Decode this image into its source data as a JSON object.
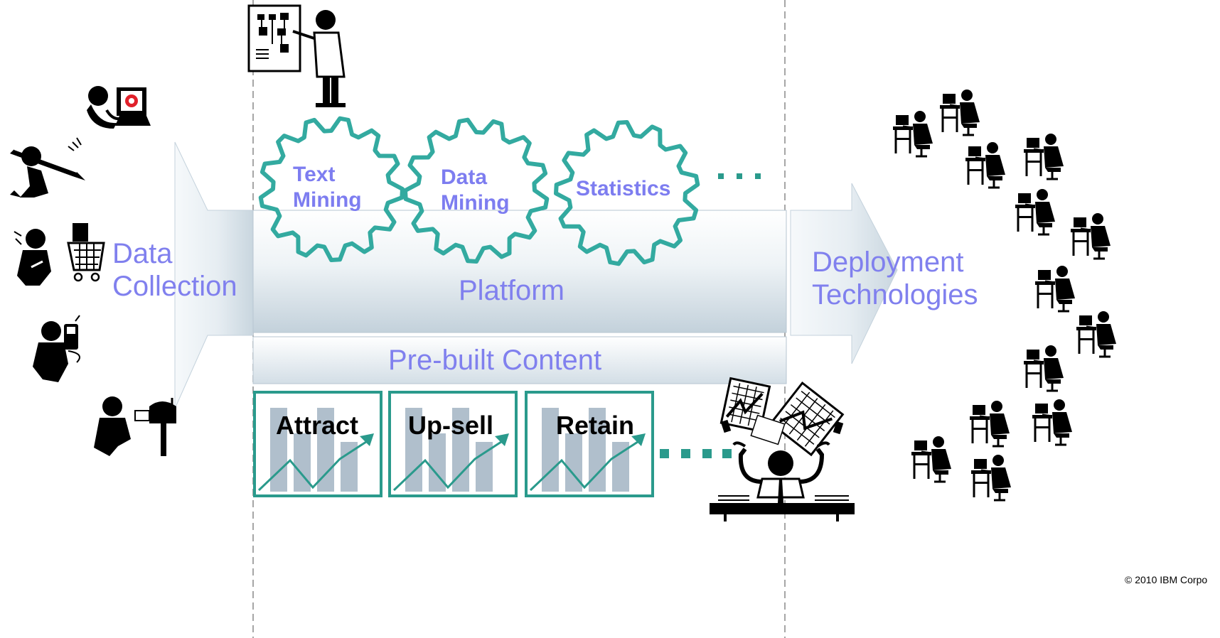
{
  "stages": {
    "data_collection": [
      "Data",
      "Collection"
    ],
    "platform": "Platform",
    "pre_built_content": "Pre-built Content",
    "deployment": [
      "Deployment",
      "Technologies"
    ]
  },
  "gears": [
    [
      "Text",
      "Mining"
    ],
    [
      "Data",
      "Mining"
    ],
    [
      "Statistics"
    ]
  ],
  "gears_more": "...",
  "content_boxes": [
    "Attract",
    "Up-sell",
    "Retain"
  ],
  "content_more": "...",
  "copyright": "© 2010 IBM Corpo",
  "colors": {
    "label": "#8080ee",
    "gear": "#33aaa0",
    "box_border": "#2a9a8c",
    "bars": "#b0bfcc",
    "arrow_fill": "#dde6ec",
    "dashed": "#888888"
  },
  "icons": [
    "person-at-computer-icon",
    "person-with-pencil-icon",
    "shopper-with-cart-icon",
    "person-with-phone-icon",
    "person-at-mailbox-icon",
    "presenter-with-chart-icon",
    "office-worker-icon",
    "juggling-analyst-icon"
  ]
}
